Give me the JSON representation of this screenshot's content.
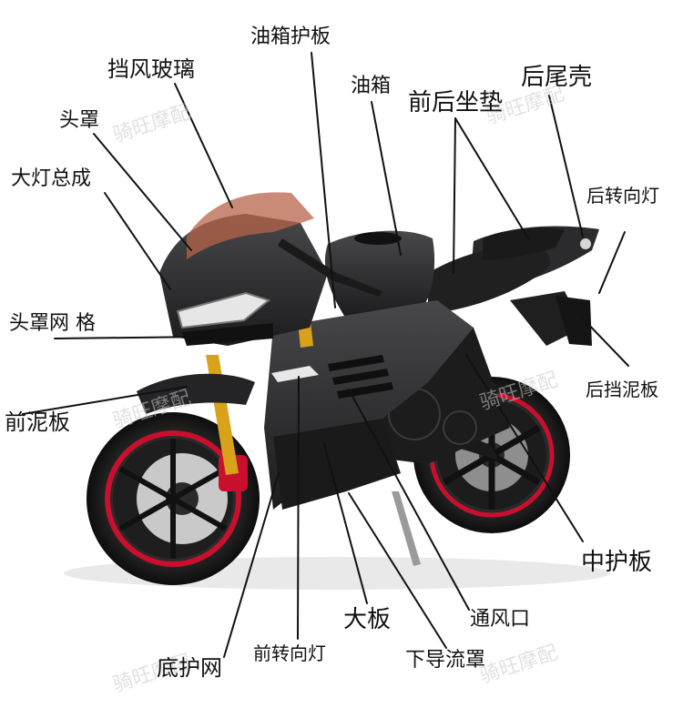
{
  "labels": {
    "fuel_tank_cover": "油箱护板",
    "windshield": "挡风玻璃",
    "fuel_tank": "油箱",
    "rear_tail_shell": "后尾壳",
    "front_rear_seat": "前后坐垫",
    "head_cover": "头罩",
    "headlight_assembly": "大灯总成",
    "rear_turn_signal": "后转向灯",
    "head_cover_grille": "头罩网 格",
    "rear_fender": "后挡泥板",
    "front_fender": "前泥板",
    "middle_guard": "中护板",
    "large_panel": "大板",
    "air_vent": "通风口",
    "bottom_grille": "底护网",
    "front_turn_signal": "前转向灯",
    "lower_air_guide": "下导流罩"
  },
  "watermark": "骑旺摩配",
  "colors": {
    "body": "#2a2a2c",
    "body_dark": "#161617",
    "wheel_rim": "#c8102e",
    "fork_gold": "#d9a21b",
    "disc": "#c9c9c9",
    "line": "#111111"
  }
}
